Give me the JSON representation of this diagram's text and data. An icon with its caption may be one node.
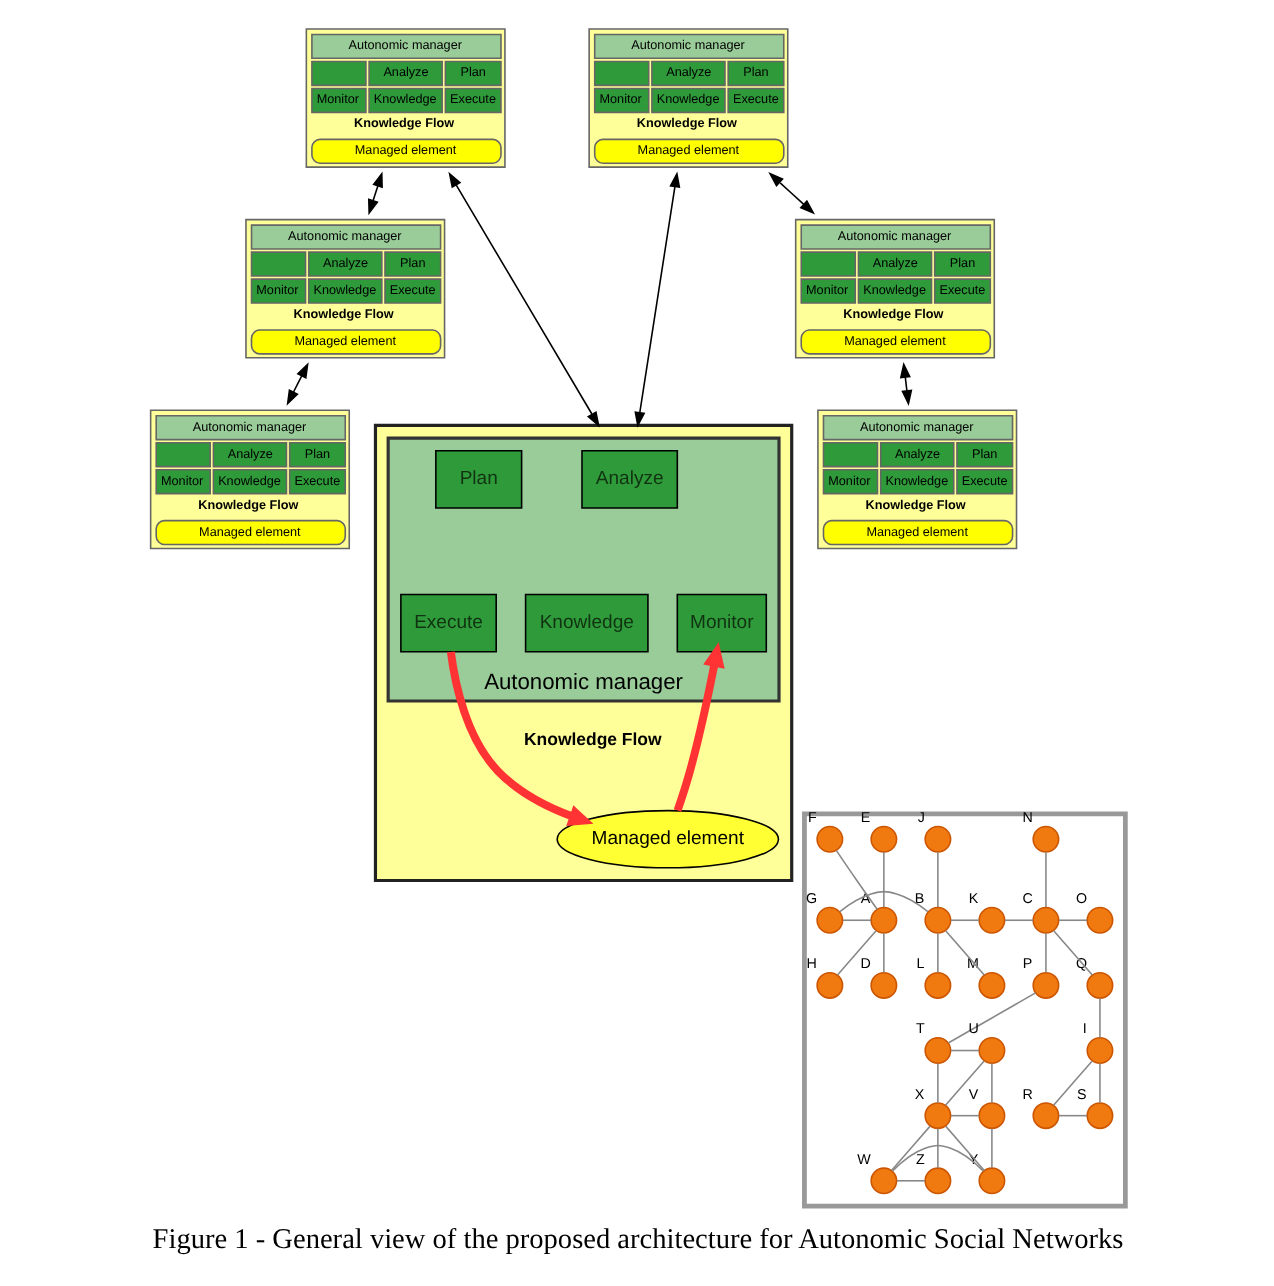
{
  "diagram": {
    "caption": "Figure 1 - General view of the proposed architecture for Autonomic Social Networks",
    "nodes": [
      {
        "text": [
          "Autonomic manager",
          "Analyze",
          "Plan",
          "Monitor",
          "Knowledge",
          "Execute",
          "Knowledge Flow",
          "Managed element"
        ]
      },
      {
        "text": [
          "Autonomic manager",
          "Analyze",
          "Plan",
          "Monitor",
          "Knowledge",
          "Execute",
          "Knowledge Flow",
          "Managed element"
        ]
      },
      {
        "text": [
          "Autonomic manager",
          "Analyze",
          "Plan",
          "Monitor",
          "Knowledge",
          "Execute",
          "Knowledge Flow",
          "Managed element"
        ]
      },
      {
        "text": [
          "Autonomic manager",
          "Analyze",
          "Plan",
          "Monitor",
          "Knowledge",
          "Execute",
          "Knowledge Flow",
          "Managed element"
        ]
      },
      {
        "text": [],
        "shape": "box"
      },
      {
        "text": [
          "Autonomic manager"
        ],
        "in": 4
      },
      {
        "text": [
          "Analyze"
        ],
        "in": 5
      },
      {
        "text": [
          "Plan"
        ],
        "in": 5
      },
      {
        "text": [
          "Monitor"
        ],
        "in": 5
      },
      {
        "text": [
          "Knowledge"
        ],
        "in": 5
      },
      {
        "text": [
          "Execute"
        ],
        "in": 5
      },
      {
        "text": [
          "Managed element"
        ],
        "in": 4
      },
      {
        "text": [
          "Autonomic manager",
          "Analyze",
          "Plan",
          "Monitor",
          "Knowledge",
          "Execute",
          "Knowledge Flow",
          "Managed element"
        ]
      },
      {
        "text": [
          "Autonomic manager",
          "Analyze",
          "Plan",
          "Monitor",
          "Knowledge",
          "Execute",
          "Knowledge Flow",
          "Managed element"
        ]
      },
      {
        "text": [],
        "shape": "box"
      },
      {
        "text": [],
        "shape": "circle",
        "beside": [
          "A"
        ],
        "in": 14
      },
      {
        "text": [],
        "shape": "circle",
        "beside": [
          "B"
        ],
        "in": 14
      },
      {
        "text": [],
        "shape": "circle",
        "beside": [
          "C"
        ],
        "in": 14
      },
      {
        "text": [],
        "shape": "circle",
        "beside": [
          "D"
        ],
        "in": 14
      },
      {
        "text": [],
        "shape": "circle",
        "beside": [
          "E"
        ],
        "in": 14
      },
      {
        "text": [],
        "shape": "circle",
        "beside": [
          "F"
        ],
        "in": 14
      },
      {
        "text": [],
        "shape": "circle",
        "beside": [
          "G"
        ],
        "in": 14
      },
      {
        "text": [],
        "shape": "circle",
        "beside": [
          "H"
        ],
        "in": 14
      },
      {
        "text": [],
        "shape": "circle",
        "beside": [
          "I"
        ],
        "in": 14
      },
      {
        "text": [],
        "shape": "circle",
        "beside": [
          "J"
        ],
        "in": 14
      },
      {
        "text": [],
        "shape": "circle",
        "beside": [
          "K"
        ],
        "in": 14
      },
      {
        "text": [],
        "shape": "circle",
        "beside": [
          "L"
        ],
        "in": 14
      },
      {
        "text": [],
        "shape": "circle",
        "beside": [
          "M"
        ],
        "in": 14
      },
      {
        "text": [],
        "shape": "circle",
        "beside": [
          "N"
        ],
        "in": 14
      },
      {
        "text": [],
        "shape": "circle",
        "beside": [
          "O"
        ],
        "in": 14
      },
      {
        "text": [],
        "shape": "circle",
        "beside": [
          "P"
        ],
        "in": 14
      },
      {
        "text": [],
        "shape": "circle",
        "beside": [
          "Q"
        ],
        "in": 14
      },
      {
        "text": [],
        "shape": "circle",
        "beside": [
          "R"
        ],
        "in": 14
      },
      {
        "text": [],
        "shape": "circle",
        "beside": [
          "S"
        ],
        "in": 14
      },
      {
        "text": [],
        "shape": "circle",
        "beside": [
          "T"
        ],
        "in": 14
      },
      {
        "text": [],
        "shape": "circle",
        "beside": [
          "U"
        ],
        "in": 14
      },
      {
        "text": [],
        "shape": "circle",
        "beside": [
          "V"
        ],
        "in": 14
      },
      {
        "text": [],
        "shape": "circle",
        "beside": [
          "W"
        ],
        "in": 14
      },
      {
        "text": [],
        "shape": "circle",
        "beside": [
          "X"
        ],
        "in": 14
      },
      {
        "text": [],
        "shape": "circle",
        "beside": [
          "Y"
        ],
        "in": 14
      },
      {
        "text": [],
        "shape": "circle",
        "beside": [
          "Z"
        ],
        "in": 14
      }
    ],
    "edges": [
      {
        "from": 0,
        "to": 2,
        "arrow": "both",
        "color": "#000000"
      },
      {
        "from": 0,
        "to": 4,
        "arrow": "both",
        "color": "#000000"
      },
      {
        "from": 1,
        "to": 4,
        "arrow": "both",
        "color": "#000000"
      },
      {
        "from": 1,
        "to": 3,
        "arrow": "both",
        "color": "#000000"
      },
      {
        "from": 2,
        "to": 12,
        "arrow": "both",
        "color": "#000000"
      },
      {
        "from": 3,
        "to": 13,
        "arrow": "both",
        "color": "#000000"
      },
      {
        "from": 11,
        "to": 8,
        "arrow": "to",
        "style": "thick",
        "color": "#ff3333"
      },
      {
        "from": 10,
        "to": 11,
        "arrow": "to",
        "style": "thick",
        "color": "#ff3333"
      },
      {
        "from": 19,
        "to": 15,
        "arrow": "none"
      },
      {
        "from": 20,
        "to": 15,
        "arrow": "none"
      },
      {
        "from": 18,
        "to": 15,
        "arrow": "none"
      },
      {
        "from": 15,
        "to": 22,
        "arrow": "none"
      },
      {
        "from": 15,
        "to": 21,
        "arrow": "none"
      },
      {
        "from": 21,
        "to": 16,
        "arrow": "none"
      },
      {
        "from": 24,
        "to": 16,
        "arrow": "none"
      },
      {
        "from": 16,
        "to": 26,
        "arrow": "none"
      },
      {
        "from": 16,
        "to": 27,
        "arrow": "none"
      },
      {
        "from": 16,
        "to": 25,
        "arrow": "none"
      },
      {
        "from": 25,
        "to": 17,
        "arrow": "none"
      },
      {
        "from": 28,
        "to": 17,
        "arrow": "none"
      },
      {
        "from": 17,
        "to": 29,
        "arrow": "none"
      },
      {
        "from": 17,
        "to": 31,
        "arrow": "none"
      },
      {
        "from": 17,
        "to": 30,
        "arrow": "none"
      },
      {
        "from": 31,
        "to": 23,
        "arrow": "none"
      },
      {
        "from": 23,
        "to": 32,
        "arrow": "none"
      },
      {
        "from": 23,
        "to": 33,
        "arrow": "none"
      },
      {
        "from": 32,
        "to": 33,
        "arrow": "none"
      },
      {
        "from": 30,
        "to": 34,
        "arrow": "none"
      },
      {
        "from": 34,
        "to": 35,
        "arrow": "none"
      },
      {
        "from": 34,
        "to": 38,
        "arrow": "none"
      },
      {
        "from": 38,
        "to": 35,
        "arrow": "none"
      },
      {
        "from": 38,
        "to": 36,
        "arrow": "none"
      },
      {
        "from": 35,
        "to": 36,
        "arrow": "none"
      },
      {
        "from": 36,
        "to": 39,
        "arrow": "none"
      },
      {
        "from": 38,
        "to": 39,
        "arrow": "none"
      },
      {
        "from": 38,
        "to": 37,
        "arrow": "none"
      },
      {
        "from": 38,
        "to": 40,
        "arrow": "none"
      },
      {
        "from": 40,
        "to": 37,
        "arrow": "none"
      },
      {
        "from": 37,
        "to": 39,
        "arrow": "none"
      }
    ],
    "labels": [
      "Knowledge Flow"
    ]
  }
}
